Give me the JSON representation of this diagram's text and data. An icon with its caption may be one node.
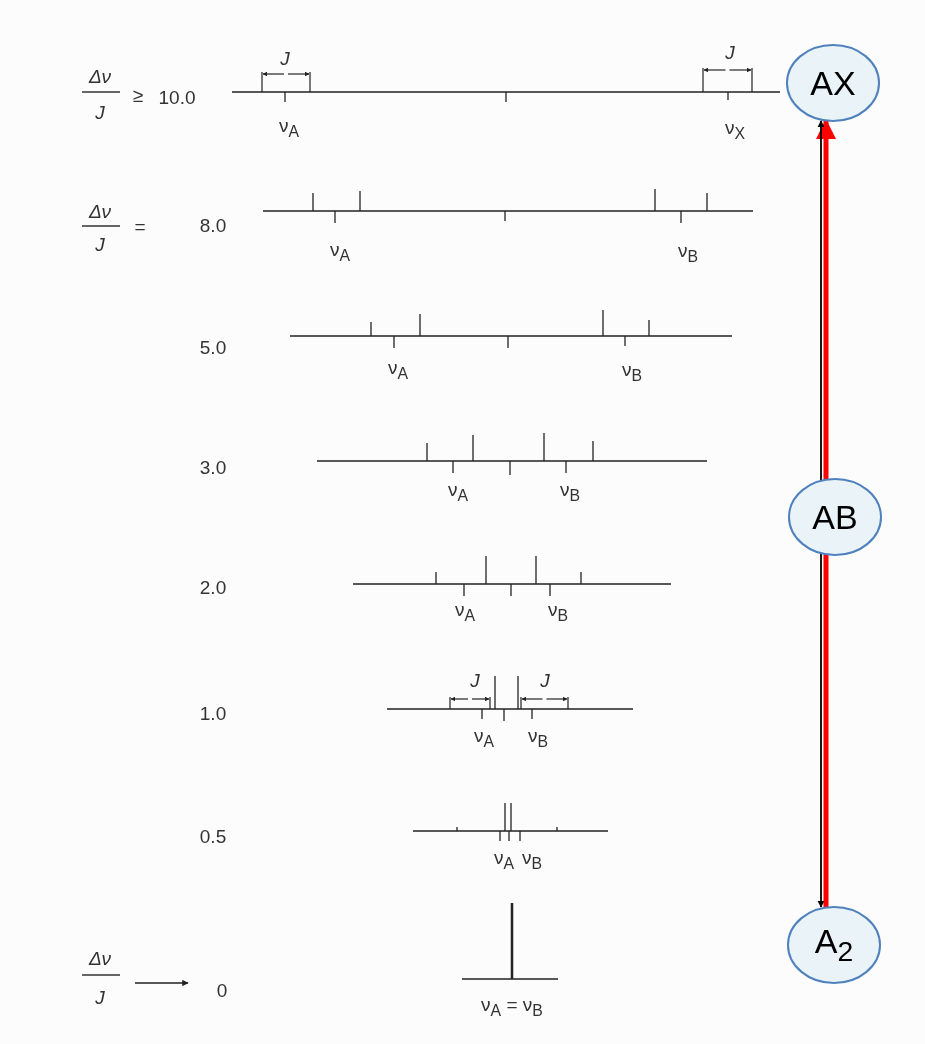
{
  "diagram": {
    "nodes": [
      {
        "text": [
          "AX"
        ]
      },
      {
        "text": [
          "AB"
        ]
      },
      {
        "text": [
          "A$_{2}$"
        ]
      }
    ],
    "edges": [
      {
        "from": 2,
        "to": 1,
        "arrow": "none",
        "style": "thick",
        "color": "#ff0000"
      },
      {
        "from": 1,
        "to": 0,
        "arrow": "to",
        "style": "thick",
        "color": "#ff0000"
      },
      {
        "from": 1,
        "to": 0,
        "arrow": "to",
        "color": "#000000"
      },
      {
        "from": 1,
        "to": 2,
        "arrow": "to",
        "color": "#000000"
      }
    ],
    "labels": [
      "J",
      "J",
      "Δν",
      "J",
      "≥",
      "10.0",
      "ν$_{A}$",
      "ν$_{X}$",
      "Δν",
      "J",
      "=",
      "8.0",
      "ν$_{A}$",
      "ν$_{B}$",
      "5.0",
      "ν$_{A}$",
      "ν$_{B}$",
      "3.0",
      "ν$_{A}$",
      "ν$_{B}$",
      "2.0",
      "ν$_{A}$",
      "ν$_{B}$",
      "J",
      "J",
      "1.0",
      "ν$_{A}$",
      "ν$_{B}$",
      "0.5",
      "ν$_{A}$",
      "ν$_{B}$",
      "Δν",
      "J",
      "0",
      "ν$_{A}$ = ν$_{B}$"
    ]
  }
}
